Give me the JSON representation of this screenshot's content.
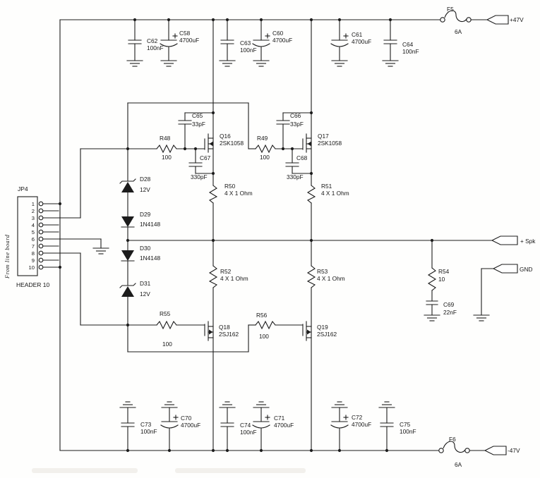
{
  "schematic": {
    "power": {
      "pos_rail": "+47V",
      "neg_rail": "-47V",
      "fuse_top": {
        "ref": "F5",
        "rating": "6A"
      },
      "fuse_bottom": {
        "ref": "F6",
        "rating": "6A"
      }
    },
    "connectors": {
      "spk": "+ Spk",
      "gnd": "GND",
      "jp4": {
        "ref": "JP4",
        "type": "HEADER 10",
        "note": "From line board",
        "pins": [
          "1",
          "2",
          "3",
          "4",
          "5",
          "6",
          "7",
          "8",
          "9",
          "10"
        ]
      }
    },
    "transistors": {
      "q16": {
        "ref": "Q16",
        "part": "2SK1058"
      },
      "q17": {
        "ref": "Q17",
        "part": "2SK1058"
      },
      "q18": {
        "ref": "Q18",
        "part": "2SJ162"
      },
      "q19": {
        "ref": "Q19",
        "part": "2SJ162"
      }
    },
    "resistors": {
      "r48": {
        "ref": "R48",
        "value": "100"
      },
      "r49": {
        "ref": "R49",
        "value": "100"
      },
      "r50": {
        "ref": "R50",
        "value": "4 X 1 Ohm"
      },
      "r51": {
        "ref": "R51",
        "value": "4 X 1 Ohm"
      },
      "r52": {
        "ref": "R52",
        "value": "4 X 1 Ohm"
      },
      "r53": {
        "ref": "R53",
        "value": "4 X 1 Ohm"
      },
      "r54": {
        "ref": "R54",
        "value": "10"
      },
      "r55": {
        "ref": "R55",
        "value": "100"
      },
      "r56": {
        "ref": "R56",
        "value": "100"
      }
    },
    "capacitors": {
      "c58": {
        "ref": "C58",
        "value": "4700uF"
      },
      "c60": {
        "ref": "C60",
        "value": "4700uF"
      },
      "c61": {
        "ref": "C61",
        "value": "4700uF"
      },
      "c62": {
        "ref": "C62",
        "value": "100nF"
      },
      "c63": {
        "ref": "C63",
        "value": "100nF"
      },
      "c64": {
        "ref": "C64",
        "value": "100nF"
      },
      "c65": {
        "ref": "C65",
        "value": "33pF"
      },
      "c66": {
        "ref": "C66",
        "value": "33pF"
      },
      "c67": {
        "ref": "C67",
        "value": "330pF"
      },
      "c68": {
        "ref": "C68",
        "value": "330pF"
      },
      "c69": {
        "ref": "C69",
        "value": "22nF"
      },
      "c70": {
        "ref": "C70",
        "value": "4700uF"
      },
      "c71": {
        "ref": "C71",
        "value": "4700uF"
      },
      "c72": {
        "ref": "C72",
        "value": "4700uF"
      },
      "c73": {
        "ref": "C73",
        "value": "100nF"
      },
      "c74": {
        "ref": "C74",
        "value": "100nF"
      },
      "c75": {
        "ref": "C75",
        "value": "100nF"
      }
    },
    "diodes": {
      "d28": {
        "ref": "D28",
        "value": "12V"
      },
      "d29": {
        "ref": "D29",
        "value": "1N4148"
      },
      "d30": {
        "ref": "D30",
        "value": "1N4148"
      },
      "d31": {
        "ref": "D31",
        "value": "12V"
      }
    }
  }
}
